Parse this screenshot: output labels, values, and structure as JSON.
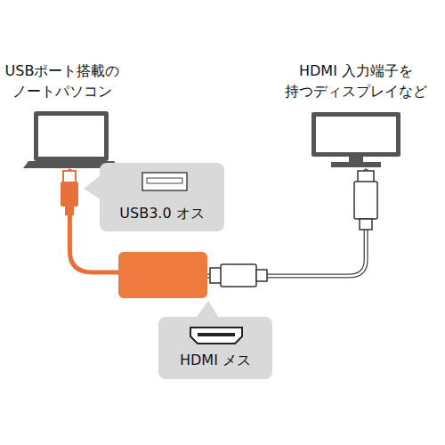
{
  "diagram": {
    "nodes": [
      {
        "text": [
          "USBポート搭載の ノートパソコン"
        ]
      },
      {
        "text": [
          "HDMI 入力端子を 持つディスプレイなど"
        ]
      },
      {
        "text": [
          "USB3.0 オス"
        ]
      },
      {
        "text": [
          "HDMI メス"
        ]
      }
    ],
    "edges": [
      {
        "from": 0,
        "to": 1,
        "arrow": "none"
      }
    ]
  }
}
